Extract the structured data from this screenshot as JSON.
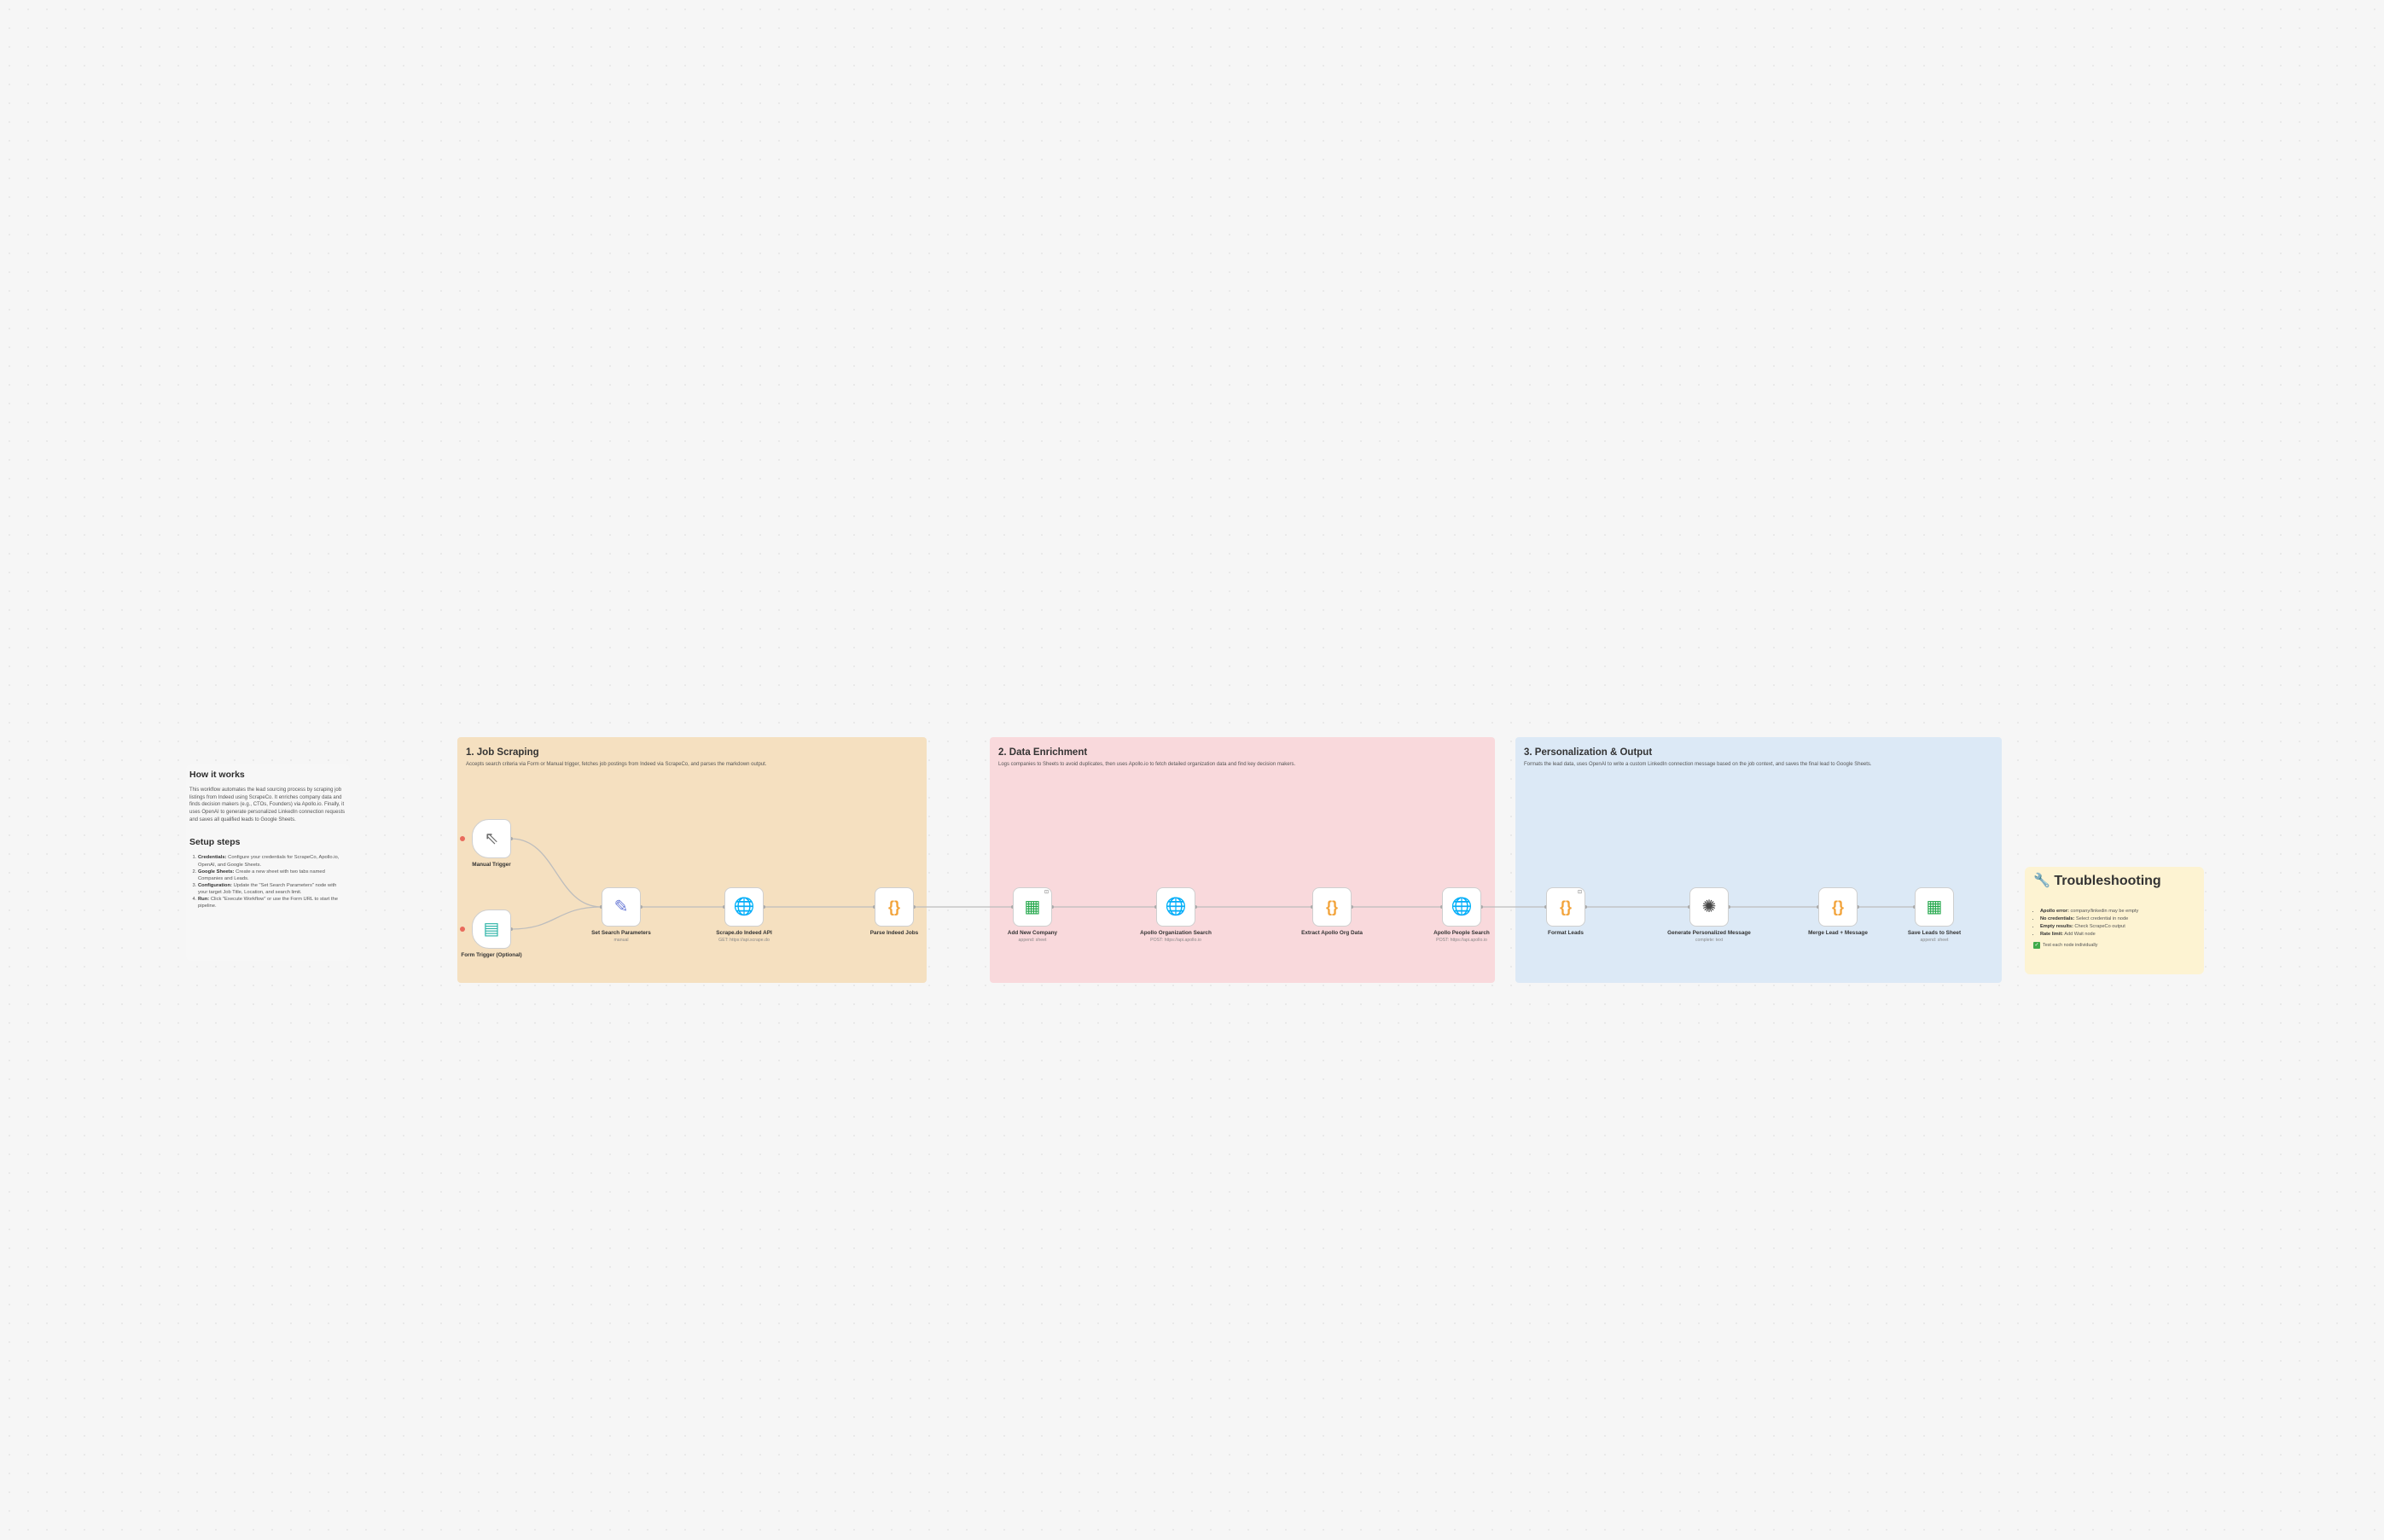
{
  "how_it_works": {
    "title": "How it works",
    "description": "This workflow automates the lead sourcing process by scraping job listings from Indeed using ScrapeCo. It enriches company data and finds decision makers (e.g., CTOs, Founders) via Apollo.io. Finally, it uses OpenAI to generate personalized LinkedIn connection requests and saves all qualified leads to Google Sheets.",
    "setup_title": "Setup steps",
    "steps": [
      {
        "label": "Credentials:",
        "text": "Configure your credentials for ScrapeCo, Apollo.io, OpenAI, and Google Sheets."
      },
      {
        "label": "Google Sheets:",
        "text": "Create a new sheet with two tabs named Companies and Leads."
      },
      {
        "label": "Configuration:",
        "text": "Update the \"Set Search Parameters\" node with your target Job Title, Location, and search limit."
      },
      {
        "label": "Run:",
        "text": "Click \"Execute Workflow\" or use the Form URL to start the pipeline."
      }
    ]
  },
  "sections": [
    {
      "title": "1. Job Scraping",
      "description": "Accepts search criteria via Form or Manual trigger, fetches job postings from Indeed via ScrapeCo, and parses the markdown output."
    },
    {
      "title": "2. Data Enrichment",
      "description": "Logs companies to Sheets to avoid duplicates, then uses Apollo.io to fetch detailed organization data and find key decision makers."
    },
    {
      "title": "3. Personalization & Output",
      "description": "Formats the lead data, uses OpenAI to write a custom LinkedIn connection message based on the job context, and saves the final lead to Google Sheets."
    }
  ],
  "nodes": [
    {
      "id": "manual",
      "label": "Manual Trigger",
      "sub": "",
      "icon": "cursor-icon",
      "glyph": "⇖",
      "color": "#6d6d6d",
      "trigger": true,
      "flag": ""
    },
    {
      "id": "form",
      "label": "Form Trigger (Optional)",
      "sub": "",
      "icon": "form-icon",
      "glyph": "▤",
      "color": "#2bb3a6",
      "trigger": true,
      "flag": ""
    },
    {
      "id": "set",
      "label": "Set Search Parameters",
      "sub": "manual",
      "icon": "pencil-icon",
      "glyph": "✎",
      "color": "#6b7bd6",
      "trigger": false,
      "flag": ""
    },
    {
      "id": "scrape",
      "label": "Scrape.do Indeed API",
      "sub": "GET: https://api.scrape.do",
      "icon": "globe-icon",
      "glyph": "🌐",
      "color": "#4a5ad6",
      "trigger": false,
      "flag": ""
    },
    {
      "id": "parse",
      "label": "Parse Indeed Jobs",
      "sub": "",
      "icon": "code-icon",
      "glyph": "{}",
      "color": "#f2a33a",
      "trigger": false,
      "flag": ""
    },
    {
      "id": "addco",
      "label": "Add New Company",
      "sub": "append: sheet",
      "icon": "sheets-icon",
      "glyph": "▦",
      "color": "#22a74a",
      "trigger": false,
      "flag": "⊡"
    },
    {
      "id": "apolloorg",
      "label": "Apollo Organization Search",
      "sub": "POST: https://api.apollo.io",
      "icon": "globe-icon",
      "glyph": "🌐",
      "color": "#4a5ad6",
      "trigger": false,
      "flag": ""
    },
    {
      "id": "extract",
      "label": "Extract Apollo Org Data",
      "sub": "",
      "icon": "code-icon",
      "glyph": "{}",
      "color": "#f2a33a",
      "trigger": false,
      "flag": ""
    },
    {
      "id": "people",
      "label": "Apollo People Search",
      "sub": "POST: https://api.apollo.io",
      "icon": "globe-icon",
      "glyph": "🌐",
      "color": "#4a5ad6",
      "trigger": false,
      "flag": ""
    },
    {
      "id": "format",
      "label": "Format Leads",
      "sub": "",
      "icon": "code-icon",
      "glyph": "{}",
      "color": "#f2a33a",
      "trigger": false,
      "flag": "⊡"
    },
    {
      "id": "openai",
      "label": "Generate Personalized Message",
      "sub": "complete: text",
      "icon": "openai-icon",
      "glyph": "✺",
      "color": "#444444",
      "trigger": false,
      "flag": ""
    },
    {
      "id": "merge",
      "label": "Merge Lead + Message",
      "sub": "",
      "icon": "code-icon",
      "glyph": "{}",
      "color": "#f2a33a",
      "trigger": false,
      "flag": ""
    },
    {
      "id": "save",
      "label": "Save Leads to Sheet",
      "sub": "append: sheet",
      "icon": "sheets-icon",
      "glyph": "▦",
      "color": "#22a74a",
      "trigger": false,
      "flag": ""
    }
  ],
  "troubleshooting": {
    "title": "🔧 Troubleshooting",
    "items": [
      {
        "label": "Apollo error:",
        "text": "company/linkedin may be empty"
      },
      {
        "label": "No credentials:",
        "text": "Select credential in node"
      },
      {
        "label": "Empty results:",
        "text": "Check ScrapeCo output"
      },
      {
        "label": "Rate limit:",
        "text": "Add Wait node"
      }
    ],
    "tip": "Test each node individually"
  },
  "colors": {
    "job_scraping": "#f5e0c0",
    "data_enrichment": "#f9d9dc",
    "personalization": "#dce9f6",
    "troubleshooting": "#fdf3d2",
    "edge": "#bdbdbd",
    "trigger_dot": "#e96a5c"
  }
}
